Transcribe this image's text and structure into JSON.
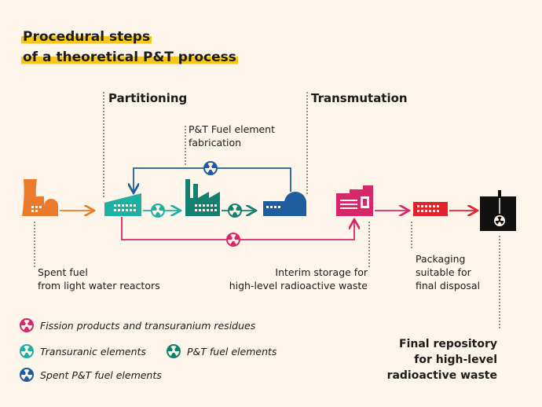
{
  "title": {
    "line1": "Procedural steps",
    "line2": "of a theoretical P&T process"
  },
  "stages": {
    "partitioning": "Partitioning",
    "transmutation": "Transmutation"
  },
  "labels": {
    "fuel_fabrication_line1": "P&T Fuel element",
    "fuel_fabrication_line2": "fabrication",
    "spent_fuel_line1": "Spent fuel",
    "spent_fuel_line2": "from light water reactors",
    "interim_line1": "Interim storage for",
    "interim_line2": "high-level radioactive waste",
    "packaging_line1": "Packaging",
    "packaging_line2": "suitable for",
    "packaging_line3": "final disposal",
    "final_line1": "Final repository",
    "final_line2": "for high-level",
    "final_line3": "radioactive waste"
  },
  "legend": {
    "fission": "Fission products and transuranium residues",
    "transuranic": "Transuranic elements",
    "pt_fuel": "P&T fuel elements",
    "spent_pt": "Spent P&T fuel elements"
  },
  "colors": {
    "orange": "#ec7a2b",
    "teal": "#1fb0a4",
    "dark_teal": "#12806f",
    "blue": "#1e5e9e",
    "magenta": "#d8266b",
    "red": "#e3232b",
    "black": "#111111",
    "highlight": "#f6c71a"
  }
}
